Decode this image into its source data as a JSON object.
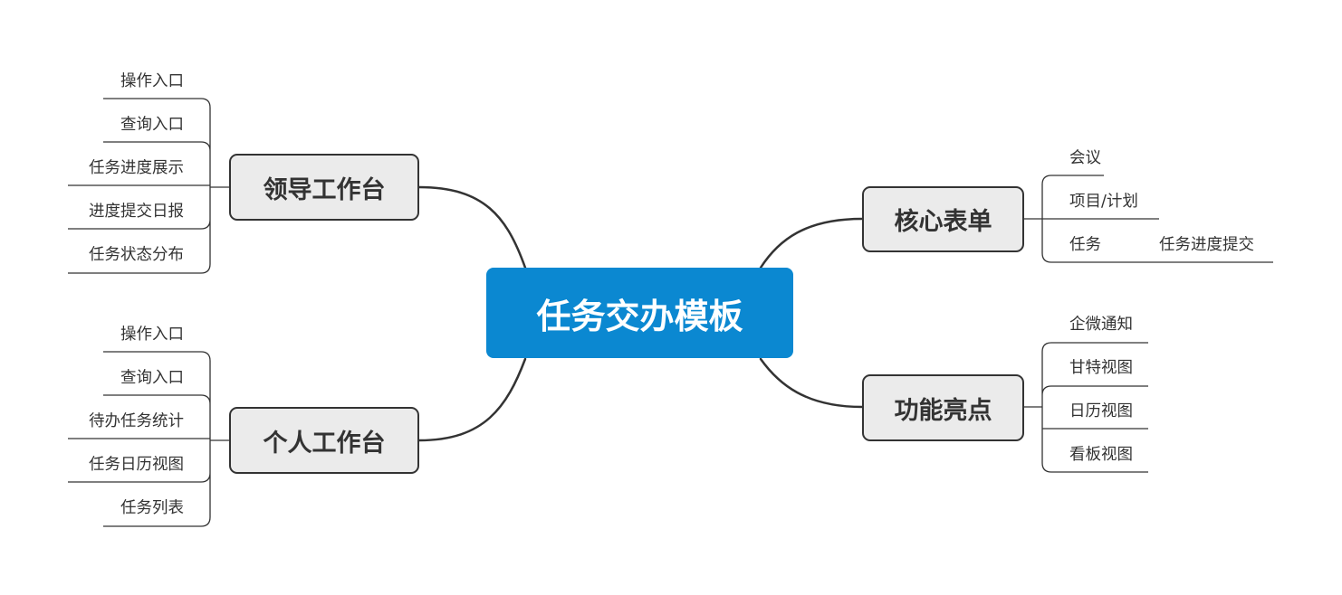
{
  "mindmap": {
    "central": "任务交办模板",
    "branches": {
      "leader": {
        "label": "领导工作台",
        "items": [
          "操作入口",
          "查询入口",
          "任务进度展示",
          "进度提交日报",
          "任务状态分布"
        ]
      },
      "personal": {
        "label": "个人工作台",
        "items": [
          "操作入口",
          "查询入口",
          "待办任务统计",
          "任务日历视图",
          "任务列表"
        ]
      },
      "core_forms": {
        "label": "核心表单",
        "items": [
          "会议",
          "项目/计划",
          "任务"
        ],
        "task_child": "任务进度提交"
      },
      "features": {
        "label": "功能亮点",
        "items": [
          "企微通知",
          "甘特视图",
          "日历视图",
          "看板视图"
        ]
      }
    },
    "colors": {
      "central": "#0b88d1",
      "branch_fill": "#ebebeb",
      "line": "#333333",
      "text": "#333333"
    }
  }
}
